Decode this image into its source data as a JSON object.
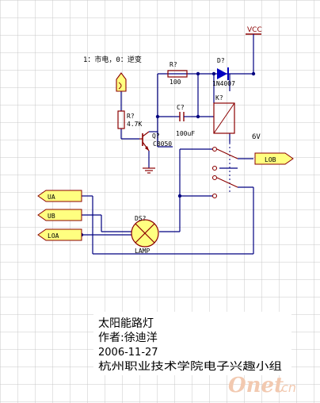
{
  "schematic": {
    "mode_note": "1：市电，0：逆变",
    "vcc": "VCC",
    "r_top": {
      "ref": "R?",
      "value": "100"
    },
    "diode": {
      "ref": "D?",
      "value": "1N4007"
    },
    "relay": {
      "ref": "K?",
      "voltage": "6V"
    },
    "capacitor": {
      "ref": "C?",
      "value": "100uF"
    },
    "r_left": {
      "ref": "R?",
      "value": "4.7K"
    },
    "transistor": {
      "ref": "Q?",
      "value": "C8050"
    },
    "lamp": {
      "ref": "DS?",
      "value": "LAMP"
    },
    "ports": {
      "ua": "UA",
      "ub": "UB",
      "loa": "LOA",
      "lob": "LOB"
    }
  },
  "title_block": {
    "title": "太阳能路灯",
    "author": "作者:徐迪洋",
    "date": "2006-11-27",
    "org": "杭州职业技术学院电子兴趣小组"
  },
  "watermark": {
    "main": "Onet",
    "suffix": ".cn"
  },
  "colors": {
    "wire": "#000080",
    "component": "#8b0000",
    "text": "#000000",
    "port_fill": "#ffff80",
    "grid": "#c9c9c9",
    "watermark": "#f2c9b0"
  }
}
